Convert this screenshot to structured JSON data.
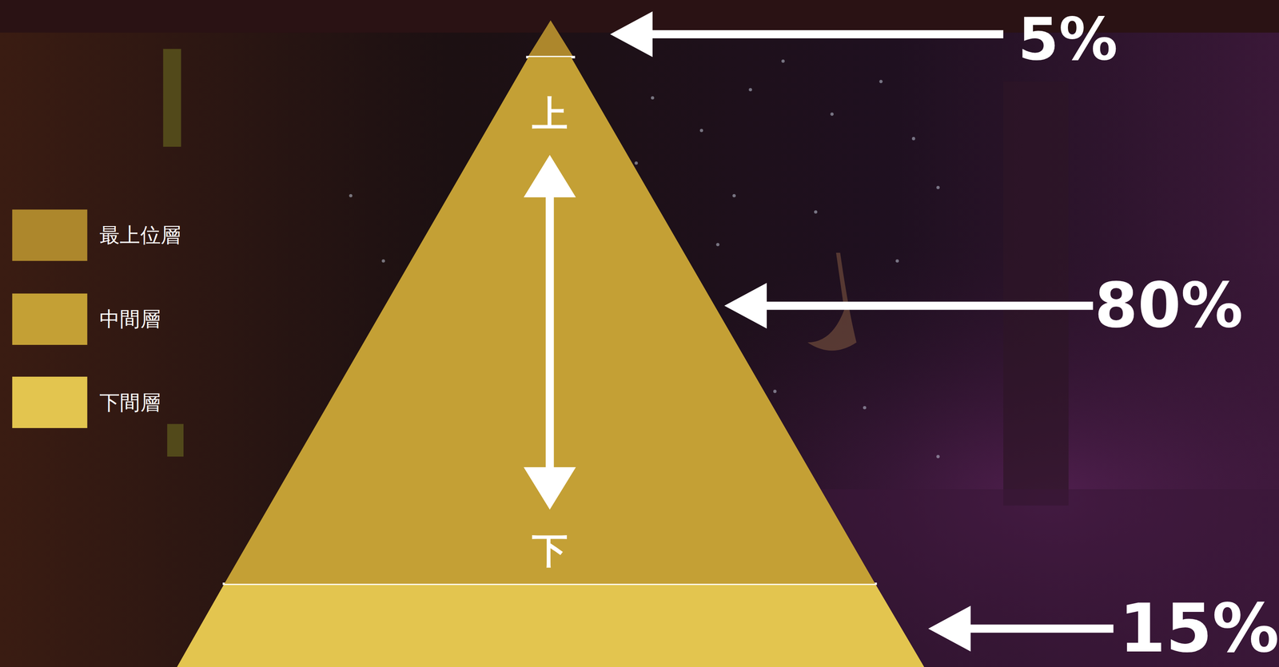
{
  "diagram": {
    "nodes": [
      {
        "text": [
          "上",
          "下"
        ]
      }
    ],
    "labels": [
      "5%",
      "80%",
      "15%"
    ],
    "legend": [
      {
        "text": "最上位層",
        "color": "#ad872c"
      },
      {
        "text": "中間層",
        "color": "#c4a035"
      },
      {
        "text": "下間層",
        "color": "#e3c54f"
      }
    ]
  }
}
